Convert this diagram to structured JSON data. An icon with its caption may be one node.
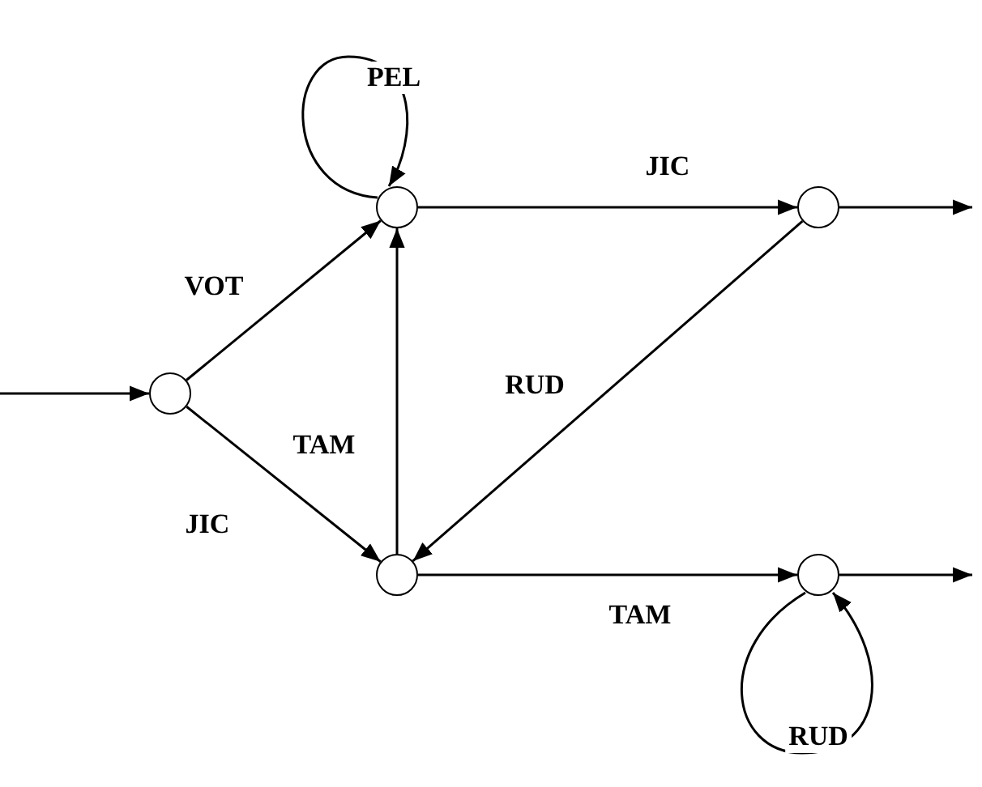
{
  "diagram": {
    "nodes": [
      {
        "text": [],
        "shape": "circle"
      },
      {
        "text": [],
        "shape": "circle"
      },
      {
        "text": [],
        "shape": "circle"
      },
      {
        "text": [],
        "shape": "circle"
      },
      {
        "text": [],
        "shape": "circle"
      }
    ],
    "edges": [
      {
        "from": null,
        "to": 0,
        "arrow": "to"
      },
      {
        "from": 0,
        "to": 1,
        "arrow": "to",
        "label": "VOT"
      },
      {
        "from": 0,
        "to": 2,
        "arrow": "to",
        "label": "JIC"
      },
      {
        "from": 1,
        "to": 1,
        "arrow": "to",
        "label": "PEL"
      },
      {
        "from": 1,
        "to": 3,
        "arrow": "to",
        "label": "JIC"
      },
      {
        "from": 3,
        "to": null,
        "arrow": "to"
      },
      {
        "from": 2,
        "to": 1,
        "arrow": "to",
        "label": "TAM"
      },
      {
        "from": 3,
        "to": 2,
        "arrow": "to",
        "label": "RUD"
      },
      {
        "from": 2,
        "to": 4,
        "arrow": "to",
        "label": "TAM"
      },
      {
        "from": 4,
        "to": 4,
        "arrow": "to",
        "label": "RUD"
      },
      {
        "from": 4,
        "to": null,
        "arrow": "to"
      }
    ]
  }
}
